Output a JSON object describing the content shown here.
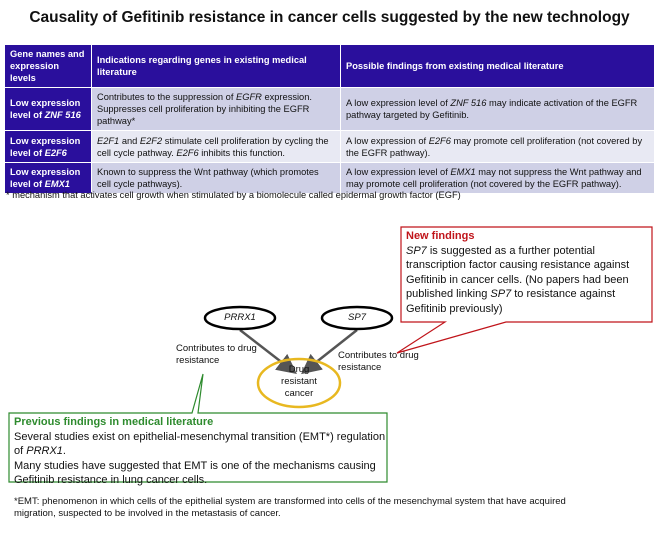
{
  "title": "Causality of Gefitinib resistance in cancer cells suggested by the new technology",
  "table": {
    "headers": [
      "Gene names and expression levels",
      "Indications regarding genes in existing medical literature",
      "Possible findings from existing medical literature"
    ],
    "rows": [
      {
        "gene_prefix": "Low expression level of ",
        "gene": "ZNF 516",
        "ind_a": "Contributes to the suppression of ",
        "ind_b": "EGFR",
        "ind_c": " expression. Suppresses cell proliferation by inhibiting the EGFR pathway*",
        "find_a": "A low expression level of ",
        "find_b": "ZNF 516",
        "find_c": " may indicate activation of the EGFR pathway targeted by Gefitinib."
      },
      {
        "gene_prefix": "Low expression level of ",
        "gene": "E2F6",
        "ind_a": "E2F1",
        "ind_and": " and ",
        "ind_b": "E2F2",
        "ind_c": " stimulate cell proliferation by cycling the cell cycle pathway. ",
        "ind_d": "E2F6",
        "ind_e": " inhibits this function.",
        "find_a": "A low expression of ",
        "find_b": "E2F6",
        "find_c": " may promote cell proliferation (not covered by the EGFR pathway)."
      },
      {
        "gene_prefix": "Low expression level of ",
        "gene": "EMX1",
        "ind": "Known to suppress the Wnt pathway (which promotes cell cycle pathways).",
        "find_a": "A low expression level of ",
        "find_b": "EMX1",
        "find_c": " may not suppress the Wnt pathway and may promote cell proliferation (not covered by the EGFR pathway)."
      }
    ]
  },
  "footnote": "* mechanism that activates cell growth when stimulated by a biomolecule called epidermal growth factor (EGF)",
  "diagram": {
    "node_prrx1": "PRRX1",
    "node_sp7": "SP7",
    "node_cancer": "Drug resistant cancer",
    "edge_left": "Contributes to drug resistance",
    "edge_right": "Contributes to drug resistance",
    "colors": {
      "red": "#c0141a",
      "green": "#2e8b2e",
      "yellow": "#e8b820"
    }
  },
  "new_findings": {
    "heading": "New findings",
    "a": "SP7",
    "b": " is suggested as a further potential transcription factor causing resistance against Gefitinib in cancer cells. (No papers had been published linking ",
    "c": "SP7",
    "d": " to resistance against Gefitinib previously)"
  },
  "previous_findings": {
    "heading": "Previous findings in medical literature",
    "a": "Several studies exist on epithelial-mesenchymal transition (EMT*) regulation of ",
    "b": "PRRX1",
    "c": ".",
    "d": "Many studies have suggested that EMT is one of the mechanisms causing Gefitinib resistance in lung cancer cells."
  },
  "emt_note": "*EMT: phenomenon in which cells of the epithelial system are transformed into cells of the mesenchymal system that have acquired migration, suspected to be involved in the metastasis of cancer."
}
